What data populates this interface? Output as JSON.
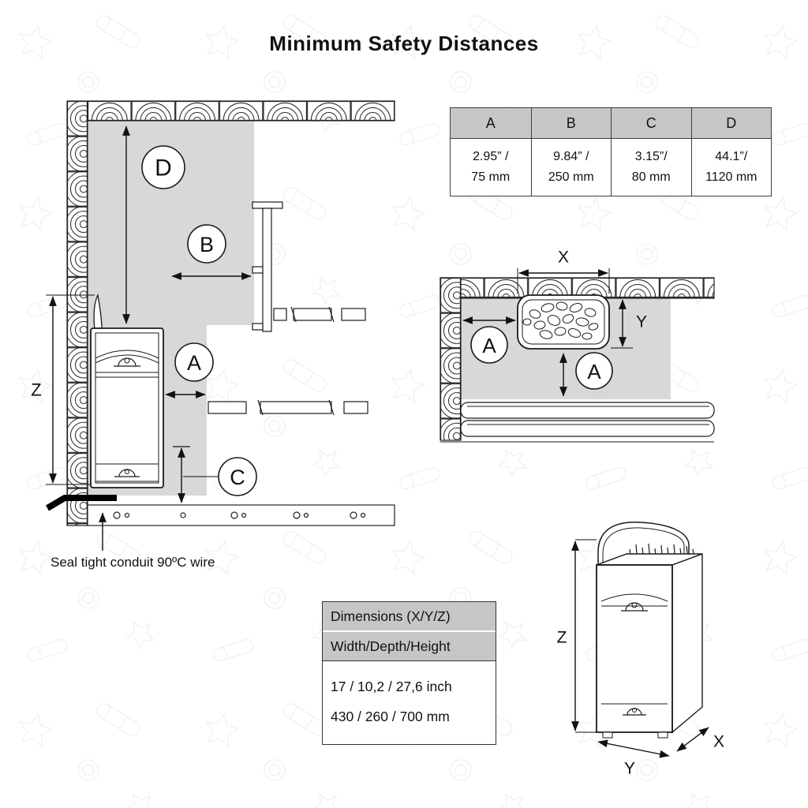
{
  "title": "Minimum Safety Distances",
  "safety_table": {
    "columns": [
      {
        "label": "A",
        "inch": "2.95” /",
        "mm": "75 mm"
      },
      {
        "label": "B",
        "inch": "9.84” /",
        "mm": "250 mm"
      },
      {
        "label": "C",
        "inch": "3.15”/",
        "mm": "80 mm"
      },
      {
        "label": "D",
        "inch": "44.1”/",
        "mm": "1120 mm"
      }
    ]
  },
  "side_view": {
    "labels": {
      "d": "D",
      "b": "B",
      "a": "A",
      "c": "C",
      "z": "Z"
    },
    "annotation": "Seal tight conduit 90ºC wire"
  },
  "top_view": {
    "labels": {
      "x": "X",
      "y": "Y",
      "a1": "A",
      "a2": "A"
    }
  },
  "dimensions_table": {
    "header": "Dimensions (X/Y/Z)",
    "subheader": "Width/Depth/Height",
    "row_inch": "17 / 10,2 / 27,6 inch",
    "row_mm": "430 / 260 / 700 mm"
  },
  "iso_view": {
    "labels": {
      "z": "Z",
      "x": "X",
      "y": "Y"
    }
  },
  "colors": {
    "shade_gray": "#d8d8d8",
    "table_header_gray": "#c6c6c6",
    "line": "#1a1a1a"
  }
}
